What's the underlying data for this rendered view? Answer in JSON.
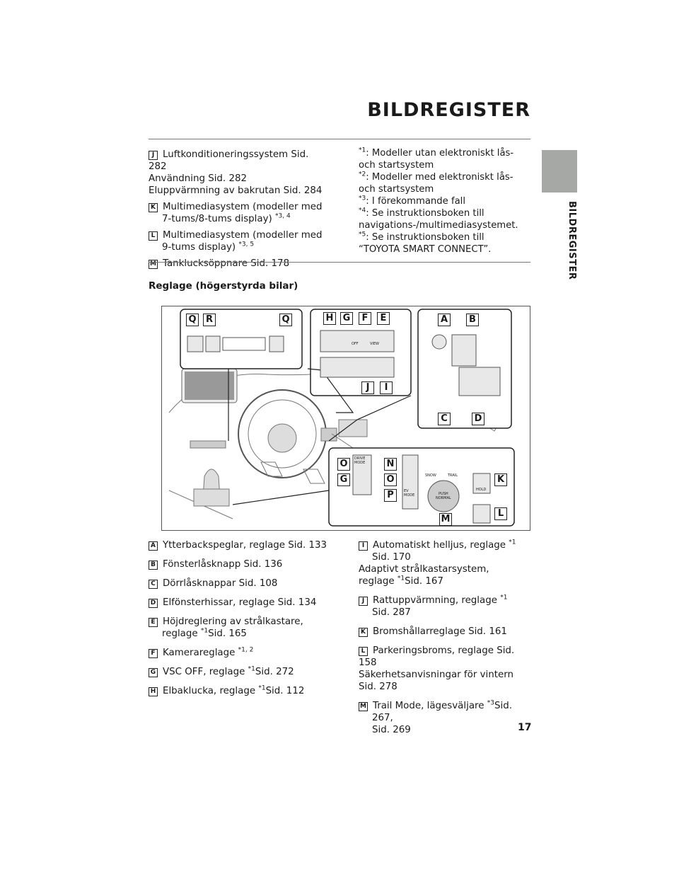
{
  "header": {
    "title": "BILDREGISTER"
  },
  "side_tab": {
    "label": "BILDREGISTER"
  },
  "top_left": {
    "j_tag": "J",
    "j_line1": "Luftkonditioneringssystem Sid. 282",
    "j_line2": "Användning Sid. 282",
    "j_line3": "Eluppvärmning av bakrutan Sid. 284",
    "k_tag": "K",
    "k_text": "Multimediasystem (modeller med 7-tums/8-tums display)",
    "k_sup": "*3, 4",
    "l_tag": "L",
    "l_text": "Multimediasystem (modeller med 9-tums display)",
    "l_sup": "*3, 5",
    "m_tag": "M",
    "m_text": "Tanklucksöppnare Sid. 178"
  },
  "footnotes": {
    "f1_sup": "*1",
    "f1_text": ": Modeller utan elektroniskt lås- och startsystem",
    "f2_sup": "*2",
    "f2_text": ": Modeller med elektroniskt lås- och startsystem",
    "f3_sup": "*3",
    "f3_text": ": I förekommande fall",
    "f4_sup": "*4",
    "f4_text": ": Se instruktionsboken till navigations-/multimediasystemet.",
    "f5_sup": "*5",
    "f5_text": ": Se instruktionsboken till “TOYOTA SMART CONNECT”."
  },
  "section_heading": "Reglage (högerstyrda bilar)",
  "figure": {
    "labels": [
      "Q",
      "R",
      "Q",
      "H",
      "G",
      "F",
      "E",
      "A",
      "B",
      "C",
      "D",
      "J",
      "I",
      "O",
      "G",
      "N",
      "O",
      "P",
      "M",
      "K",
      "L"
    ],
    "button_texts": {
      "drive_mode": "DRIVE\nMODE",
      "off": "OFF",
      "view": "VIEW",
      "ev_mode": "EV\nMODE",
      "snow": "SNOW",
      "trail": "TRAIL",
      "push_normal": "PUSH\nNORMAL",
      "hold": "HOLD"
    }
  },
  "bottom_left": {
    "a_tag": "A",
    "a_text": "Ytterbackspeglar, reglage Sid. 133",
    "b_tag": "B",
    "b_text": "Fönsterlåsknapp Sid. 136",
    "c_tag": "C",
    "c_text": "Dörrlåsknappar Sid. 108",
    "d_tag": "D",
    "d_text": "Elfönsterhissar, reglage Sid. 134",
    "e_tag": "E",
    "e_text1": "Höjdreglering av strålkastare,",
    "e_text2": "reglage",
    "e_sup": "*1",
    "e_text3": "Sid. 165",
    "f_tag": "F",
    "f_text": "Kamerareglage",
    "f_sup": "*1, 2",
    "g_tag": "G",
    "g_text1": "VSC OFF, reglage",
    "g_sup": "*1",
    "g_text2": "Sid. 272",
    "h_tag": "H",
    "h_text1": "Elbaklucka, reglage",
    "h_sup": "*1",
    "h_text2": "Sid. 112"
  },
  "bottom_right": {
    "i_tag": "I",
    "i_text1": "Automatiskt helljus, reglage",
    "i_sup": "*1",
    "i_text2": "Sid. 170",
    "i_line2": "Adaptivt strålkastarsystem,",
    "i_line3a": "reglage",
    "i_sup2": "*1",
    "i_line3b": "Sid. 167",
    "j_tag": "J",
    "j_text1": "Rattuppvärmning, reglage",
    "j_sup": "*1",
    "j_text2": "Sid. 287",
    "k_tag": "K",
    "k_text": "Bromshållarreglage Sid. 161",
    "l_tag": "L",
    "l_text": "Parkeringsbroms, reglage Sid. 158",
    "l_line2": "Säkerhetsanvisningar för vintern Sid. 278",
    "m_tag": "M",
    "m_text1": "Trail Mode, lägesväljare",
    "m_sup": "*3",
    "m_text2": "Sid. 267,",
    "m_text3": "Sid. 269"
  },
  "page_number": "17"
}
